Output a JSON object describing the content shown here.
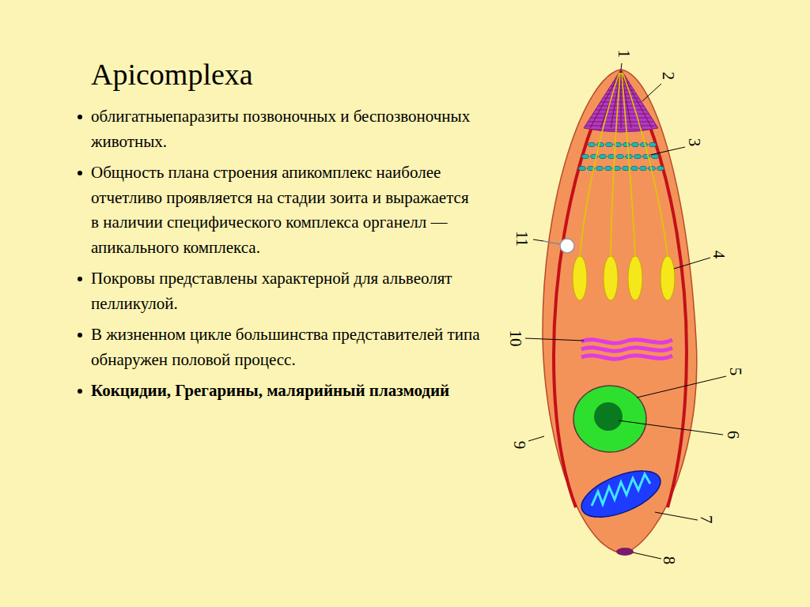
{
  "diagram": {
    "title": "Apicomplexa",
    "labels": [
      "облигатныепаразиты позвоночных и беспозвоночных животных.",
      "Общность плана строения апикомплекс наиболее отчетливо проявляется на стадии зоита и выражается в наличии специфического комплекса органелл — апикального комплекса.",
      "Покровы представлены характерной для альвеолят пелликулой.",
      "В жизненном цикле большинства представителей типа обнаружен половой процесс.",
      "Кокцидии, Грегарины, малярийный плазмодий",
      "1",
      "2",
      "3",
      "4",
      "5",
      "6",
      "7",
      "8",
      "9",
      "10",
      "11"
    ]
  }
}
